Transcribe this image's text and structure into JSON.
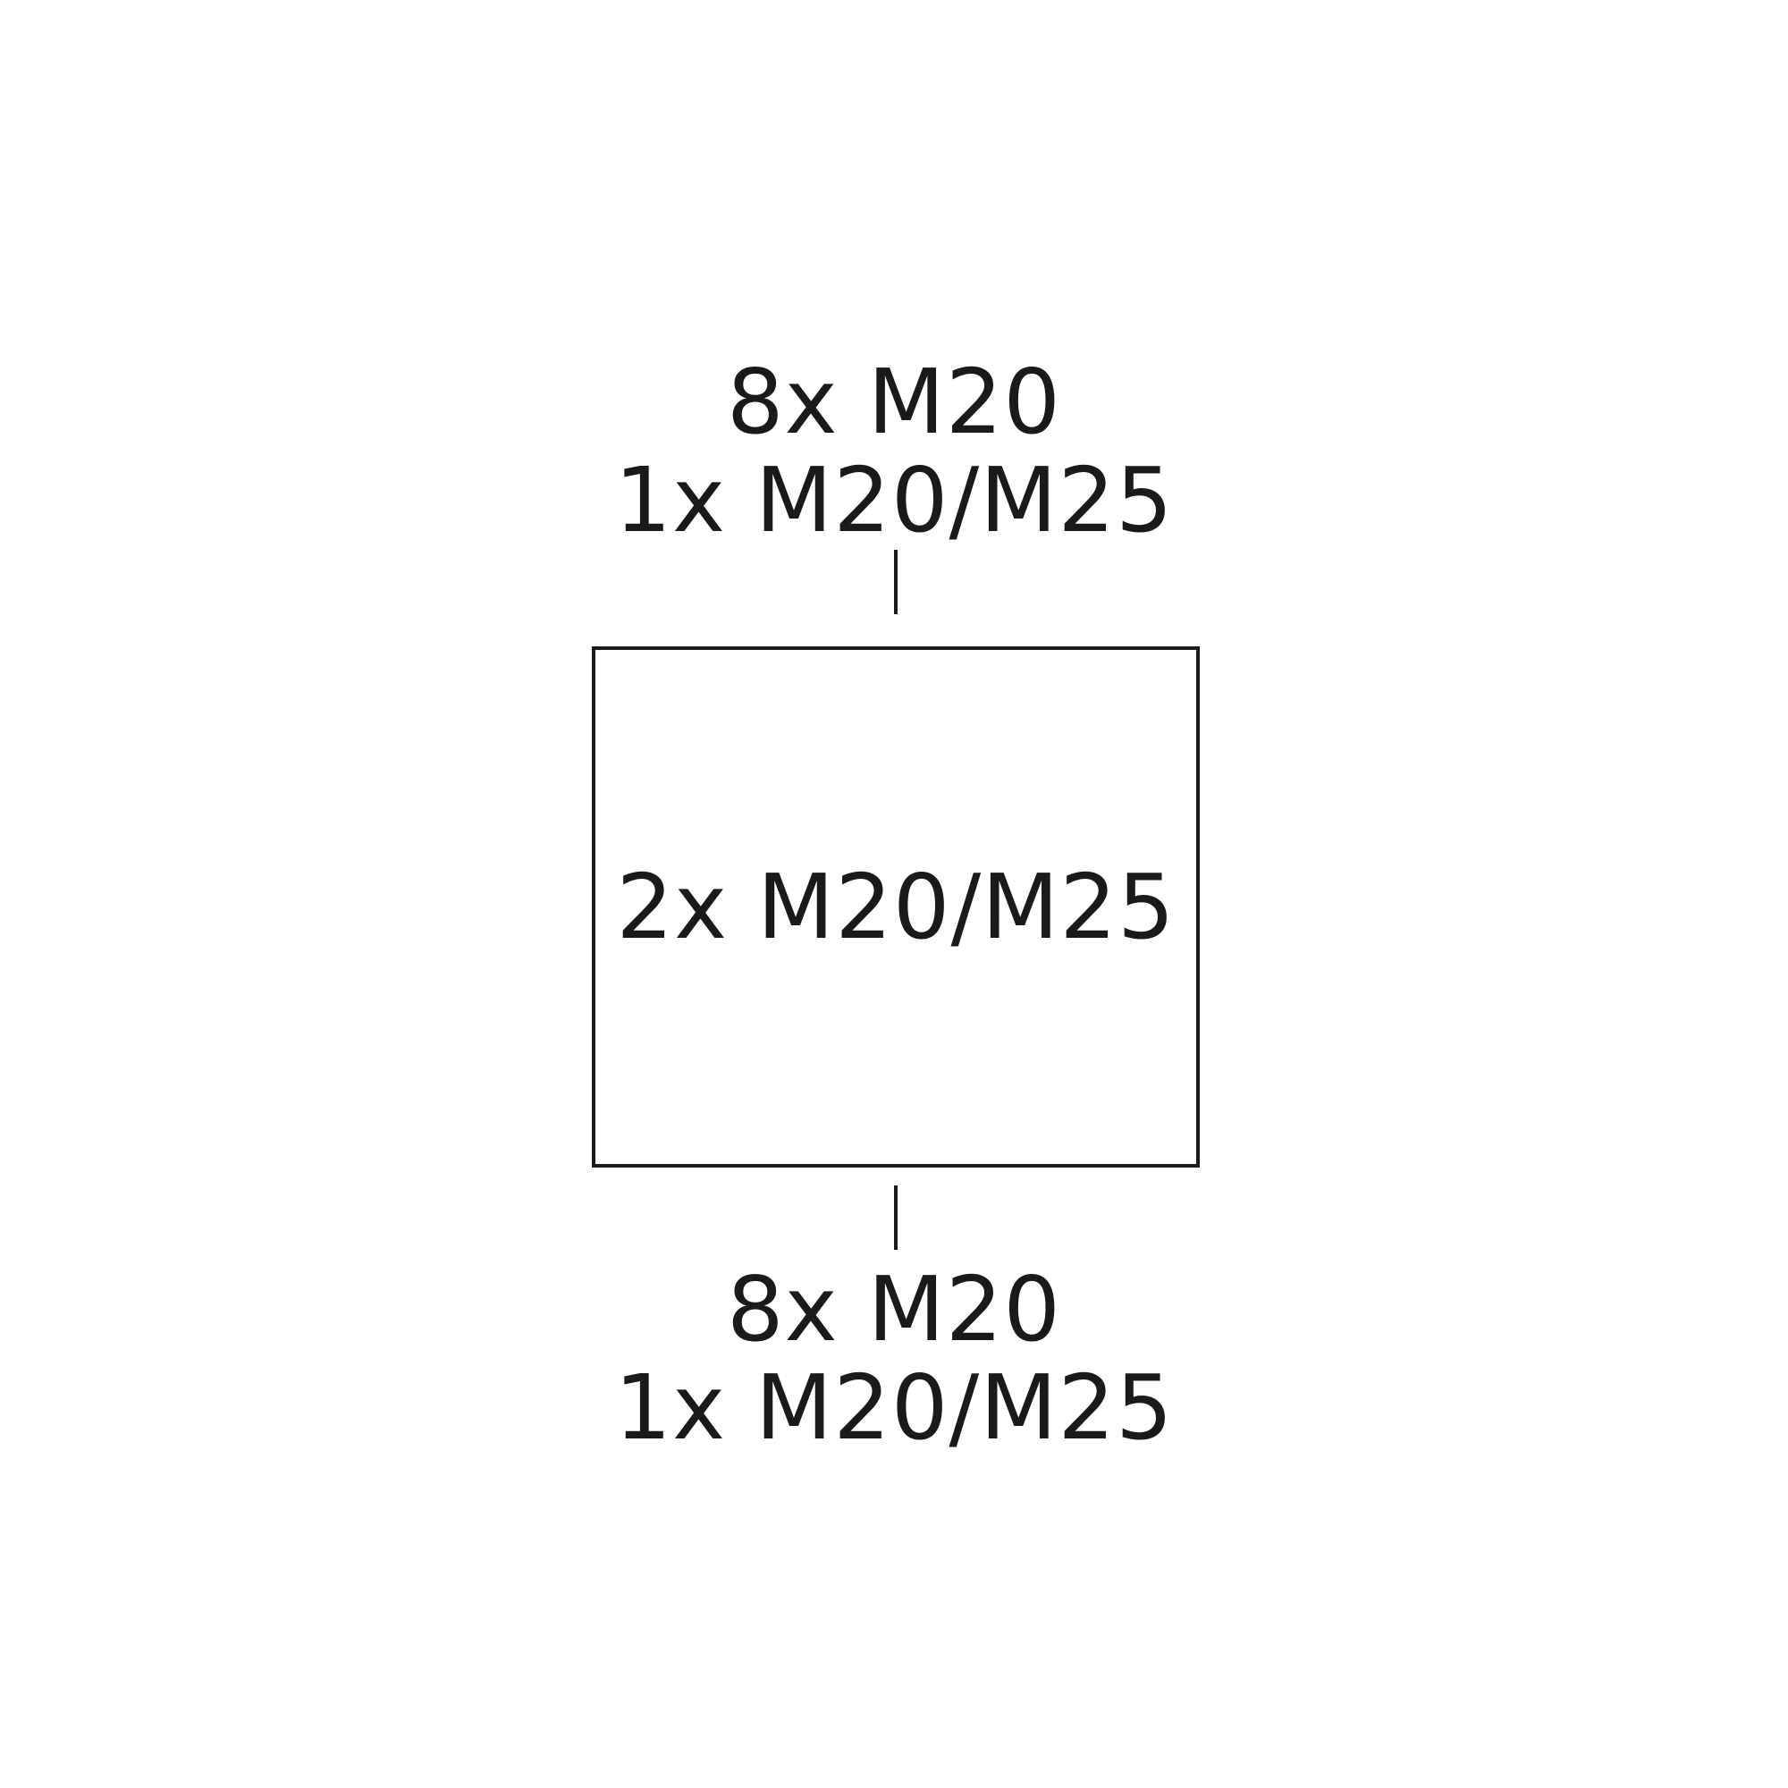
{
  "top": {
    "line1": "8x M20",
    "line2": "1x M20/M25"
  },
  "center": {
    "label": "2x M20/M25"
  },
  "bottom": {
    "line1": "8x M20",
    "line2": "1x M20/M25"
  },
  "colors": {
    "line": "#1a1a1a",
    "background": "#ffffff"
  }
}
